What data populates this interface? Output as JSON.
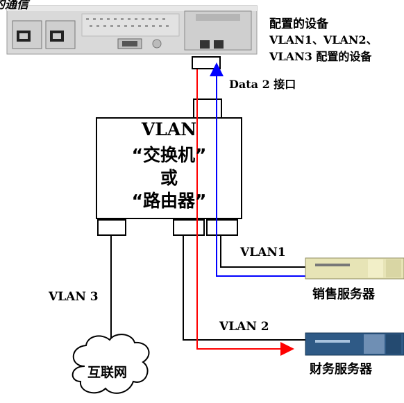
{
  "top_caption_fragment": "的通信",
  "device": {
    "line1": "配置的设备",
    "line2": "VLAN1、VLAN2、",
    "line3": "VLAN3 配置的设备"
  },
  "data2_label": "Data 2 接口",
  "switch_box": {
    "line1": "VLAN",
    "line2": "“交换机”",
    "line3": "或",
    "line4": "“路由器”"
  },
  "vlan1_label": "VLAN1",
  "vlan2_label": "VLAN 2",
  "vlan3_label": "VLAN 3",
  "sales_server_label": "销售服务器",
  "finance_server_label": "财务服务器",
  "internet_label": "互联网",
  "colors": {
    "vlan1_line": "#0000ff",
    "vlan2_line": "#ff0000",
    "sales_server": "#e7e4b6",
    "finance_server": "#2f5a86"
  }
}
